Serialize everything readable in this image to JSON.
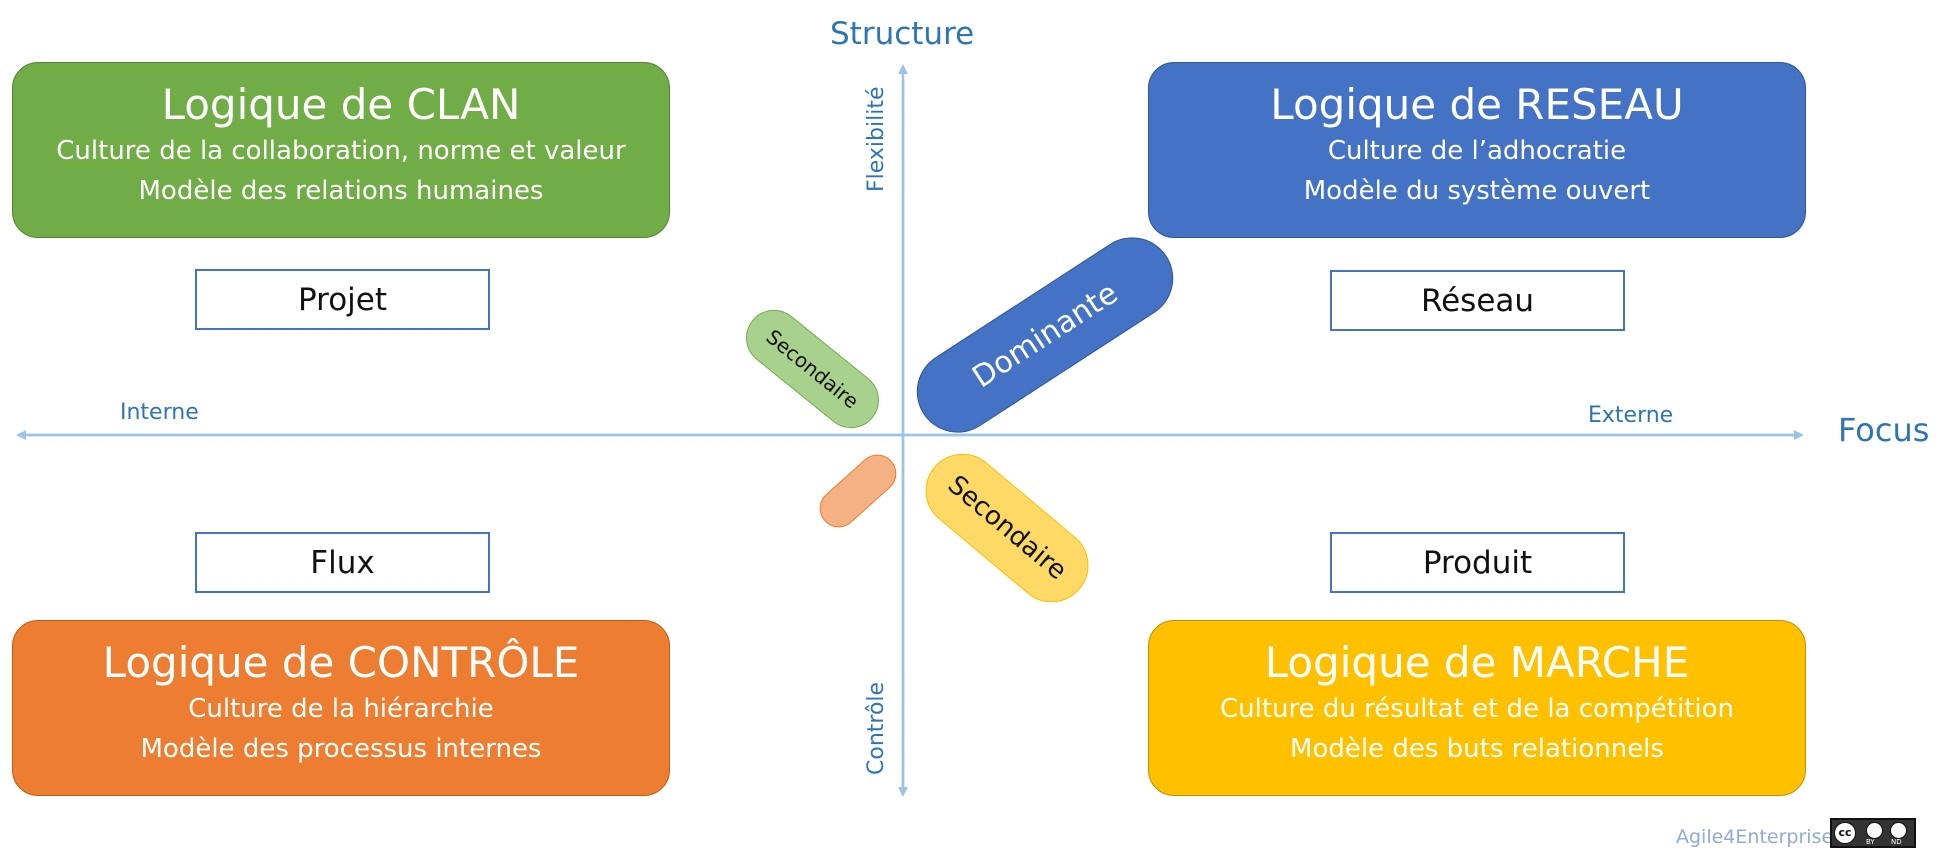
{
  "axes": {
    "vertical_title": "Structure",
    "horizontal_title": "Focus",
    "top": "Flexibilité",
    "bottom": "Contrôle",
    "left": "Interne",
    "right": "Externe"
  },
  "quadrants": {
    "clan": {
      "title": "Logique de CLAN",
      "line1": "Culture de la collaboration, norme et valeur",
      "line2": "Modèle des relations humaines",
      "color": "#70ad47"
    },
    "reseau": {
      "title": "Logique de RESEAU",
      "line1": "Culture de l’adhocratie",
      "line2": "Modèle du système ouvert",
      "color": "#4472c4"
    },
    "controle": {
      "title": "Logique de CONTRÔLE",
      "line1": "Culture de la hiérarchie",
      "line2": "Modèle des processus internes",
      "color": "#ed7d31"
    },
    "marche": {
      "title": "Logique de MARCHE",
      "line1": "Culture du résultat et de la compétition",
      "line2": "Modèle des buts relationnels",
      "color": "#ffc000"
    }
  },
  "labels": {
    "projet": "Projet",
    "reseau": "Réseau",
    "flux": "Flux",
    "produit": "Produit"
  },
  "pills": {
    "dominante": "Dominante",
    "secondaire_clan": "Secondaire",
    "secondaire_marche": "Secondaire"
  },
  "footer": {
    "credit": "Agile4Enterprise",
    "license_by": "BY",
    "license_nd": "ND"
  }
}
